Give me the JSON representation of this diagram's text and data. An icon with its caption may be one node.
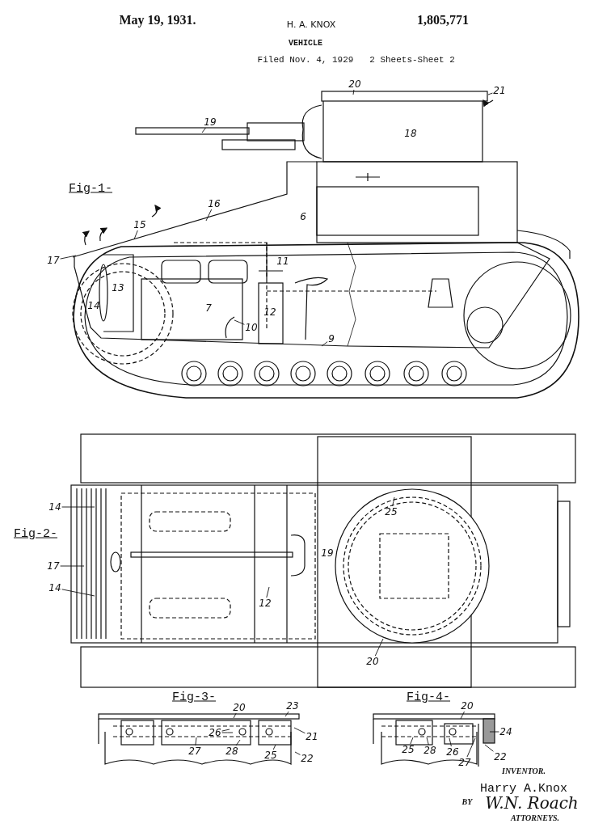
{
  "diagram": {
    "title": "VEHICLE",
    "nodes": [
      {
        "text": [
          "20"
        ]
      },
      {
        "text": [
          "21"
        ]
      },
      {
        "text": [
          "19"
        ]
      },
      {
        "text": [
          "16"
        ]
      },
      {
        "text": [
          "15"
        ]
      },
      {
        "text": [
          "17"
        ]
      },
      {
        "text": [
          "10"
        ]
      },
      {
        "text": [
          "9"
        ]
      },
      {
        "text": [
          "14"
        ]
      },
      {
        "text": [
          "17"
        ]
      },
      {
        "text": [
          "14"
        ]
      },
      {
        "text": [
          "25"
        ]
      },
      {
        "text": [
          "12"
        ]
      },
      {
        "text": [
          "20"
        ]
      },
      {
        "text": [
          "20"
        ]
      },
      {
        "text": [
          "23"
        ]
      },
      {
        "text": [
          "21"
        ]
      },
      {
        "text": [
          "26"
        ]
      },
      {
        "text": [
          "27"
        ]
      },
      {
        "text": [
          "28"
        ]
      },
      {
        "text": [
          "25"
        ]
      },
      {
        "text": [
          "22"
        ]
      },
      {
        "text": [
          "20"
        ]
      },
      {
        "text": [
          "24"
        ]
      },
      {
        "text": [
          "22"
        ]
      },
      {
        "text": [
          "25"
        ]
      },
      {
        "text": [
          "28"
        ]
      },
      {
        "text": [
          "26"
        ]
      },
      {
        "text": [
          "27"
        ]
      }
    ],
    "edges": [
      {
        "from": 0,
        "to": null,
        "arrow": "none"
      },
      {
        "from": 1,
        "to": null,
        "arrow": "none"
      },
      {
        "from": 2,
        "to": null,
        "arrow": "none"
      },
      {
        "from": 3,
        "to": null,
        "arrow": "none"
      },
      {
        "from": 4,
        "to": null,
        "arrow": "none"
      },
      {
        "from": 5,
        "to": null,
        "arrow": "none"
      },
      {
        "from": 6,
        "to": null,
        "arrow": "none"
      },
      {
        "from": 7,
        "to": null,
        "arrow": "none"
      },
      {
        "from": 8,
        "to": null,
        "arrow": "none"
      },
      {
        "from": 9,
        "to": null,
        "arrow": "none"
      },
      {
        "from": 10,
        "to": null,
        "arrow": "none"
      },
      {
        "from": 11,
        "to": null,
        "arrow": "none"
      },
      {
        "from": 12,
        "to": null,
        "arrow": "none"
      },
      {
        "from": 13,
        "to": null,
        "arrow": "none"
      },
      {
        "from": 14,
        "to": null,
        "arrow": "none"
      },
      {
        "from": 15,
        "to": null,
        "arrow": "none"
      },
      {
        "from": 16,
        "to": null,
        "arrow": "none"
      },
      {
        "from": 17,
        "to": null,
        "arrow": "none"
      },
      {
        "from": 17,
        "to": null,
        "arrow": "none"
      },
      {
        "from": 18,
        "to": null,
        "arrow": "none"
      },
      {
        "from": 19,
        "to": null,
        "arrow": "none"
      },
      {
        "from": 20,
        "to": null,
        "arrow": "none"
      },
      {
        "from": 21,
        "to": null,
        "arrow": "none"
      },
      {
        "from": 22,
        "to": null,
        "arrow": "none"
      },
      {
        "from": 23,
        "to": null,
        "arrow": "none"
      },
      {
        "from": 24,
        "to": null,
        "arrow": "none"
      },
      {
        "from": 25,
        "to": null,
        "arrow": "none"
      },
      {
        "from": 26,
        "to": null,
        "arrow": "none"
      },
      {
        "from": 27,
        "to": null,
        "arrow": "none"
      },
      {
        "from": 28,
        "to": null,
        "arrow": "none"
      }
    ],
    "labels": [
      "May 19, 1931.",
      "H. A. KNOX",
      "1,805,771",
      "Filed Nov. 4, 1929",
      "2 Sheets-Sheet 2",
      "18",
      "Fig-1-",
      "6",
      "11",
      "14",
      "13",
      "7",
      "12",
      "Fig-2-",
      "19",
      "Fig-3-",
      "Fig-4-",
      "INVENTOR.",
      "Harry A.Knox",
      "BY",
      "W.N. Roach",
      "ATTORNEYS."
    ]
  }
}
